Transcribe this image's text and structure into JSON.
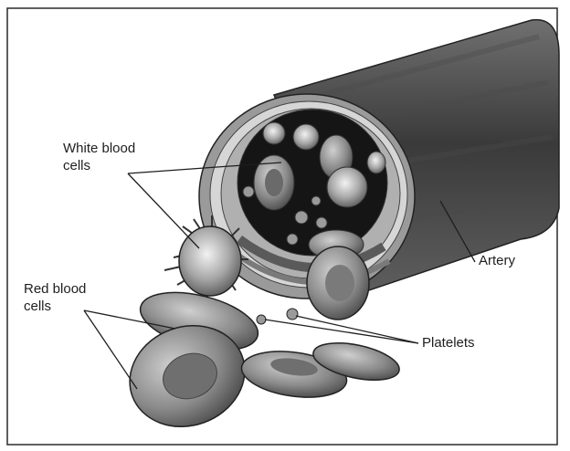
{
  "labels": {
    "white_blood_cells": "White blood\ncells",
    "red_blood_cells": "Red blood\ncells",
    "artery": "Artery",
    "platelets": "Platelets"
  },
  "colors": {
    "background": "#ffffff",
    "frame": "#2a2a2a",
    "vessel_dark": "#3a3a3a",
    "vessel_mid": "#6a6a6a",
    "vessel_light": "#b8b8b8",
    "lumen": "#151515",
    "cell_fill": "#8a8a8a",
    "cell_light": "#cfcfcf",
    "leader_line": "#1e1e1e",
    "text": "#1e1e1e"
  }
}
